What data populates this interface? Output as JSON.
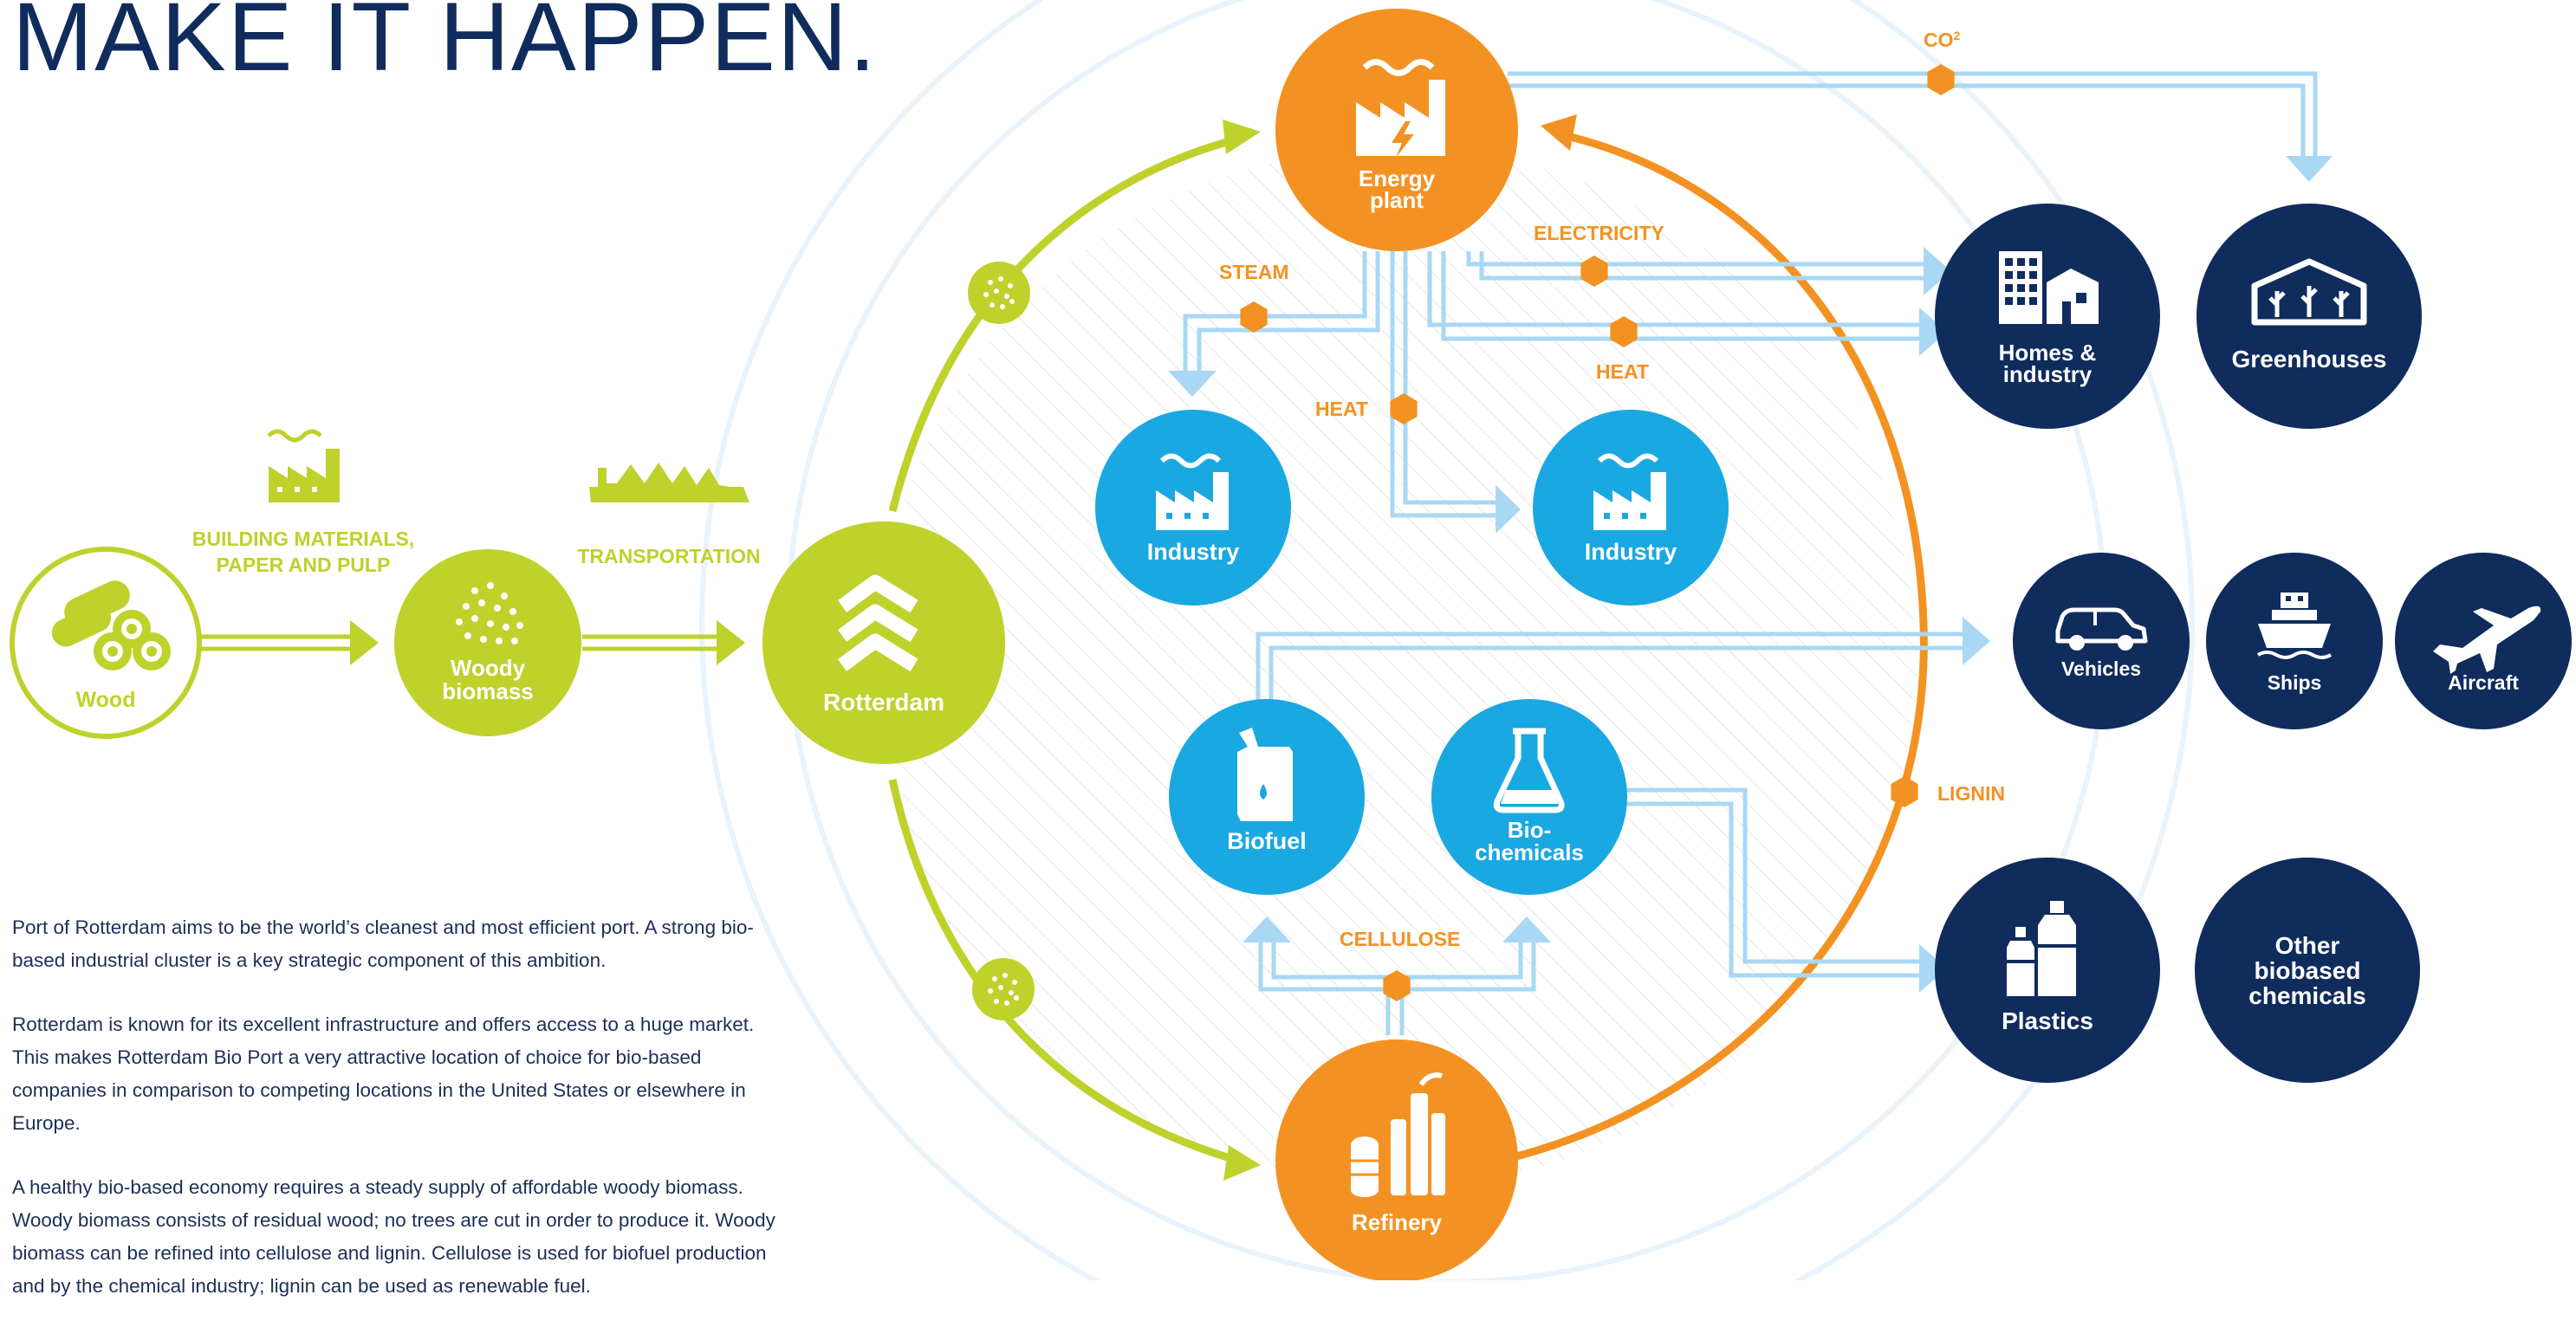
{
  "headline": "MAKE IT HAPPEN.",
  "paragraphs": [
    "Port of Rotterdam aims to be the world’s cleanest and most efficient port. A strong bio-based industrial cluster is a key strategic component of this ambition.",
    "Rotterdam is known for its excellent infrastructure and offers access to a huge market. This makes Rotterdam Bio Port a very attractive location of choice for bio-based companies in comparison to competing locations in the United States or elsewhere in Europe.",
    "A healthy bio-based economy requires a steady supply of affordable woody biomass. Woody biomass consists of residual wood; no trees are cut in order to produce it. Woody biomass can be refined into cellulose and lignin. Cellulose is used for biofuel production and by the chemical industry; lignin can be used as renewable fuel."
  ],
  "colors": {
    "green": "#bfd12b",
    "orange": "#f39222",
    "light_blue": "#1aa8e2",
    "navy": "#0f2c5c",
    "pale_blue": "#a8d8f3",
    "ring": "#e6f2fa"
  },
  "nodes": {
    "wood": {
      "label": "Wood",
      "icon": "logs-icon"
    },
    "woody_biomass": {
      "label_line1": "Woody",
      "label_line2": "biomass",
      "icon": "pellets-icon"
    },
    "rotterdam": {
      "label": "Rotterdam",
      "icon": "port-logo-icon"
    },
    "energy_plant": {
      "label_line1": "Energy",
      "label_line2": "plant",
      "icon": "factory-bolt-icon"
    },
    "industry_left": {
      "label": "Industry",
      "icon": "factory-icon"
    },
    "industry_right": {
      "label": "Industry",
      "icon": "factory-icon"
    },
    "biofuel": {
      "label": "Biofuel",
      "icon": "fuel-can-icon"
    },
    "biochemicals": {
      "label_line1": "Bio-",
      "label_line2": "chemicals",
      "icon": "flask-icon"
    },
    "refinery": {
      "label": "Refinery",
      "icon": "refinery-icon"
    },
    "homes_industry": {
      "label_line1": "Homes &",
      "label_line2": "industry",
      "icon": "buildings-icon"
    },
    "greenhouses": {
      "label": "Greenhouses",
      "icon": "greenhouse-icon"
    },
    "vehicles": {
      "label": "Vehicles",
      "icon": "car-icon"
    },
    "ships": {
      "label": "Ships",
      "icon": "ship-icon"
    },
    "aircraft": {
      "label": "Aircraft",
      "icon": "plane-icon"
    },
    "plastics": {
      "label": "Plastics",
      "icon": "bottles-icon"
    },
    "other_chemicals": {
      "label_line1": "Other",
      "label_line2": "biobased",
      "label_line3": "chemicals"
    }
  },
  "flow_labels": {
    "building_materials_1": "BUILDING MATERIALS,",
    "building_materials_2": "PAPER AND PULP",
    "transportation": "TRANSPORTATION",
    "co2": "CO",
    "co2_sup": "2",
    "steam": "STEAM",
    "electricity": "ELECTRICITY",
    "heat_left": "HEAT",
    "heat_right": "HEAT",
    "cellulose": "CELLULOSE",
    "lignin": "LIGNIN"
  }
}
